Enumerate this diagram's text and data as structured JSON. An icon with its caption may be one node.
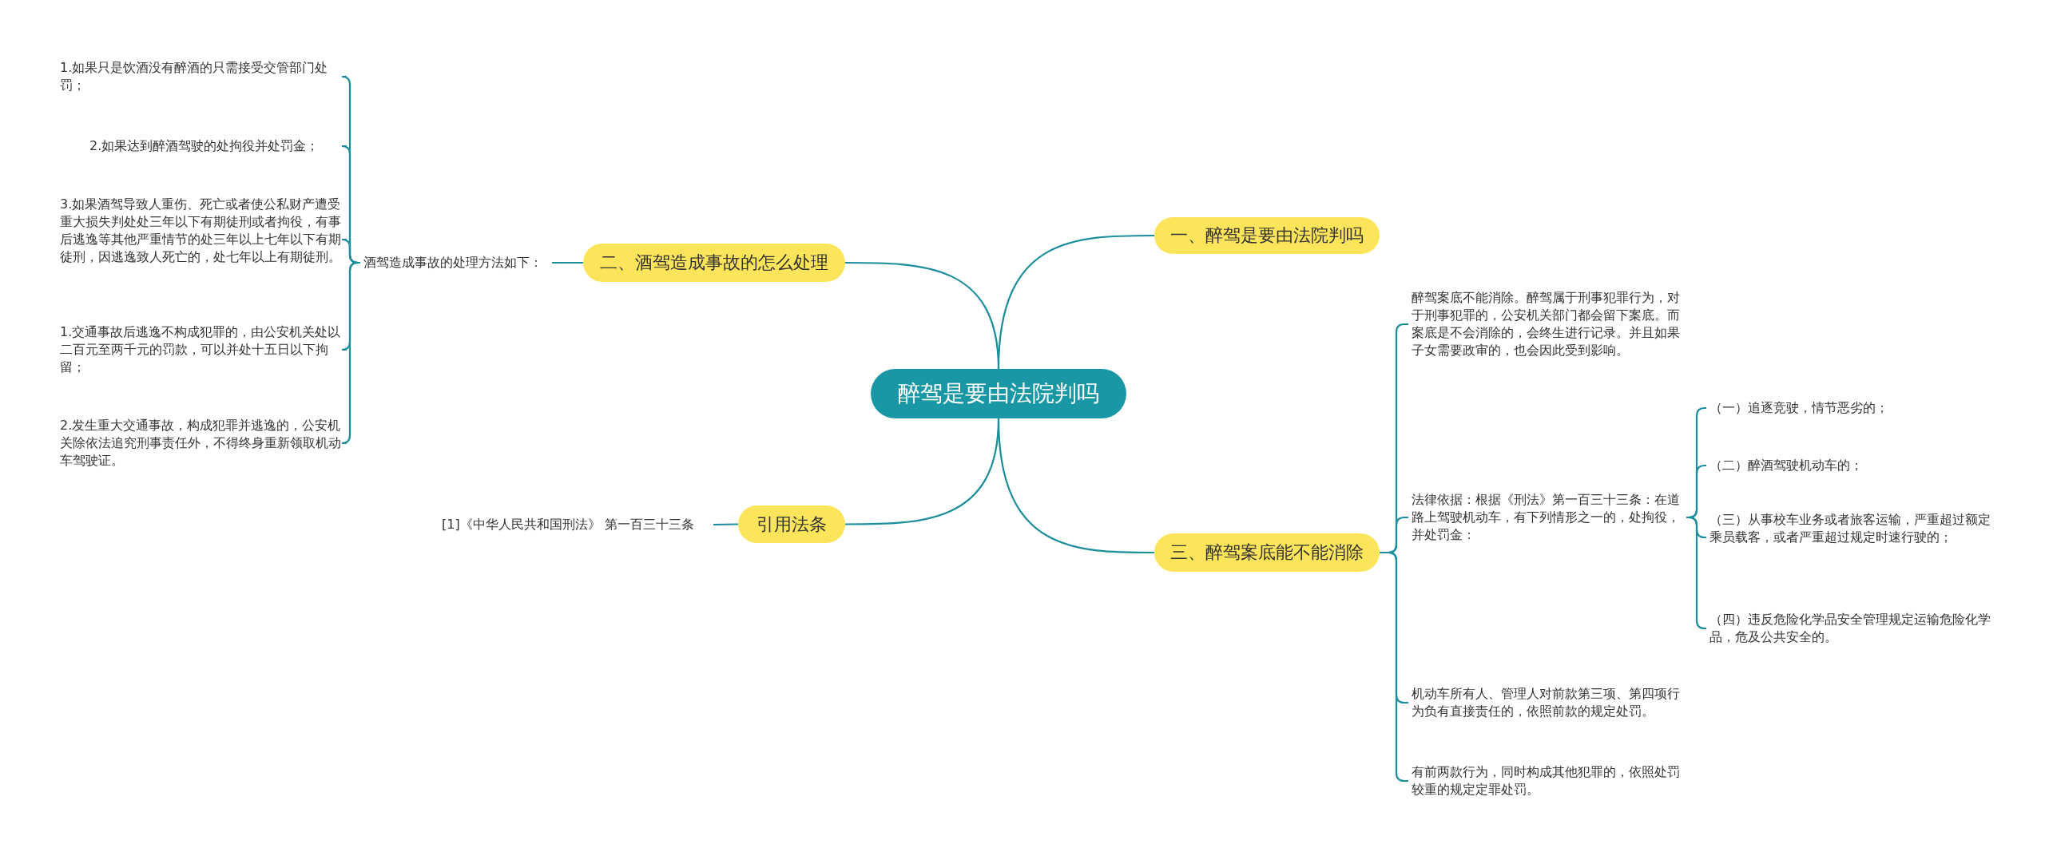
{
  "diagram": {
    "nodes": [
      {
        "text": [
          "醉驾是要由法院判吗"
        ]
      },
      {
        "text": [
          "一、醉驾是要由法院判吗"
        ]
      },
      {
        "text": [
          "二、酒驾造成事故的怎么处理"
        ]
      },
      {
        "text": [
          "酒驾造成事故的处理方法如下："
        ]
      },
      {
        "text": [
          "1.如果只是饮酒没有醉酒的只需接受交管部门处罚；"
        ]
      },
      {
        "text": [
          "2.如果达到醉酒驾驶的处拘役并处罚金；"
        ]
      },
      {
        "text": [
          "3.如果酒驾导致人重伤、死亡或者使公私财产遭受重大损失判处处三年以下有期徒刑或者拘役，有事后逃逸等其他严重情节的处三年以上七年以下有期徒刑，因逃逸致人死亡的，处七年以上有期徒刑。"
        ]
      },
      {
        "text": [
          "1.交通事故后逃逸不构成犯罪的，由公安机关处以二百元至两千元的罚款，可以并处十五日以下拘留；"
        ]
      },
      {
        "text": [
          "2.发生重大交通事故，构成犯罪并逃逸的，公安机关除依法追究刑事责任外，不得终身重新领取机动车驾驶证。"
        ]
      },
      {
        "text": [
          "引用法条"
        ]
      },
      {
        "text": [
          "[1]《中华人民共和国刑法》 第一百三十三条"
        ]
      },
      {
        "text": [
          "三、醉驾案底能不能消除"
        ]
      },
      {
        "text": [
          "醉驾案底不能消除。醉驾属于刑事犯罪行为，对于刑事犯罪的，公安机关部门都会留下案底。而案底是不会消除的，会终生进行记录。并且如果子女需要政审的，也会因此受到影响。"
        ]
      },
      {
        "text": [
          "法律依据：根据《刑法》第一百三十三条：在道路上驾驶机动车，有下列情形之一的，处拘役，并处罚金："
        ]
      },
      {
        "text": [
          "（一）追逐竞驶，情节恶劣的；"
        ]
      },
      {
        "text": [
          "（二）醉酒驾驶机动车的；"
        ]
      },
      {
        "text": [
          "（三）从事校车业务或者旅客运输，严重超过额定乘员载客，或者严重超过规定时速行驶的；"
        ]
      },
      {
        "text": [
          "（四）违反危险化学品安全管理规定运输危险化学品，危及公共安全的。"
        ]
      },
      {
        "text": [
          "机动车所有人、管理人对前款第三项、第四项行为负有直接责任的，依照前款的规定处罚。"
        ]
      },
      {
        "text": [
          "有前两款行为，同时构成其他犯罪的，依照处罚较重的规定定罪处罚。"
        ]
      }
    ],
    "edges": [
      {
        "from": 0,
        "to": 1,
        "arrow": "none"
      },
      {
        "from": 0,
        "to": 2,
        "arrow": "none"
      },
      {
        "from": 0,
        "to": 9,
        "arrow": "none"
      },
      {
        "from": 0,
        "to": 11,
        "arrow": "none"
      },
      {
        "from": 2,
        "to": 3,
        "arrow": "none"
      },
      {
        "from": 3,
        "to": 4,
        "arrow": "none"
      },
      {
        "from": 3,
        "to": 5,
        "arrow": "none"
      },
      {
        "from": 3,
        "to": 6,
        "arrow": "none"
      },
      {
        "from": 3,
        "to": 7,
        "arrow": "none"
      },
      {
        "from": 3,
        "to": 8,
        "arrow": "none"
      },
      {
        "from": 9,
        "to": 10,
        "arrow": "none"
      },
      {
        "from": 11,
        "to": 12,
        "arrow": "none"
      },
      {
        "from": 11,
        "to": 13,
        "arrow": "none"
      },
      {
        "from": 11,
        "to": 18,
        "arrow": "none"
      },
      {
        "from": 11,
        "to": 19,
        "arrow": "none"
      },
      {
        "from": 13,
        "to": 14,
        "arrow": "none"
      },
      {
        "from": 13,
        "to": 15,
        "arrow": "none"
      },
      {
        "from": 13,
        "to": 16,
        "arrow": "none"
      },
      {
        "from": 13,
        "to": 17,
        "arrow": "none"
      }
    ]
  }
}
